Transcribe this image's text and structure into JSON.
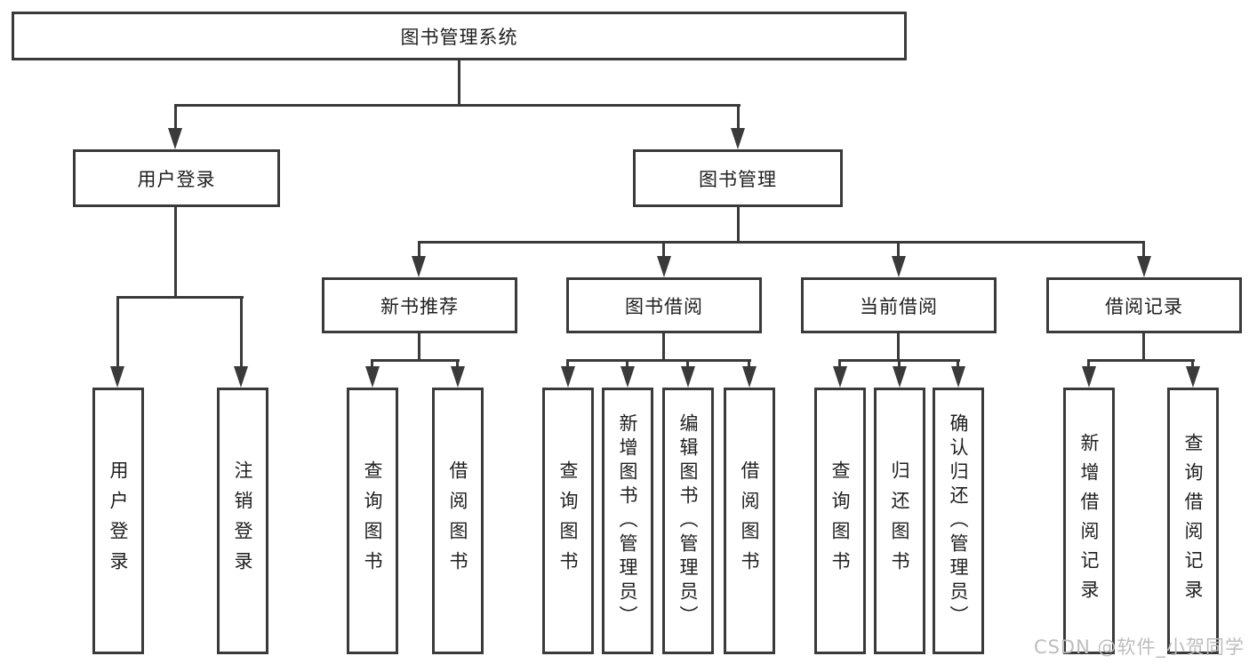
{
  "tree": {
    "root": "图书管理系统",
    "children": [
      {
        "label": "用户登录",
        "leaves": [
          "用户登录",
          "注销登录"
        ]
      },
      {
        "label": "图书管理",
        "children": [
          {
            "label": "新书推荐",
            "leaves": [
              "查询图书",
              "借阅图书"
            ]
          },
          {
            "label": "图书借阅",
            "leaves": [
              "查询图书",
              "新增图书（管理员）",
              "编辑图书（管理员）",
              "借阅图书"
            ]
          },
          {
            "label": "当前借阅",
            "leaves": [
              "查询图书",
              "归还图书",
              "确认归还（管理员）"
            ]
          },
          {
            "label": "借阅记录",
            "leaves": [
              "新增借阅记录",
              "查询借阅记录"
            ]
          }
        ]
      }
    ]
  },
  "watermark": "CSDN @软件_小贺同学",
  "colors": {
    "line": "#3a3a3a",
    "text": "#1f1f1f",
    "watermark": "#bdbdbd",
    "background": "#ffffff"
  }
}
